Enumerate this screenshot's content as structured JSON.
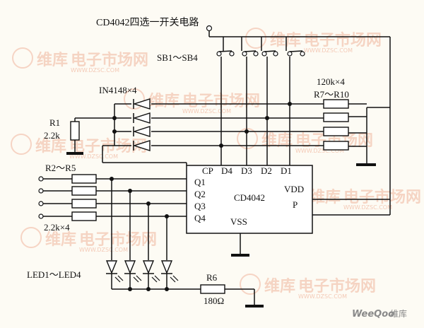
{
  "title": "CD4042四选一开关电路",
  "labels": {
    "switches": "SB1～SB4",
    "diodes": "IN4148×4",
    "r1": "R1",
    "r1_value": "2.2k",
    "pullup_value": "120k×4",
    "pullup_ref": "R7～R10",
    "input_res": "R2～R5",
    "input_res_value": "2.2k×4",
    "leds": "LED1～LED4",
    "r6": "R6",
    "r6_value": "180Ω"
  },
  "chip": {
    "name": "CD4042",
    "pins": {
      "cp": "CP",
      "d4": "D4",
      "d3": "D3",
      "d2": "D2",
      "d1": "D1",
      "q1": "Q1",
      "q2": "Q2",
      "q3": "Q3",
      "q4": "Q4",
      "vdd": "VDD",
      "p": "P",
      "vss": "VSS"
    }
  },
  "watermark": {
    "brand": "维库",
    "text": "电子市场网",
    "url": "WWW.DZSC.COM"
  },
  "footer": {
    "site": "WeeQoo",
    "site_cn": "维库"
  }
}
